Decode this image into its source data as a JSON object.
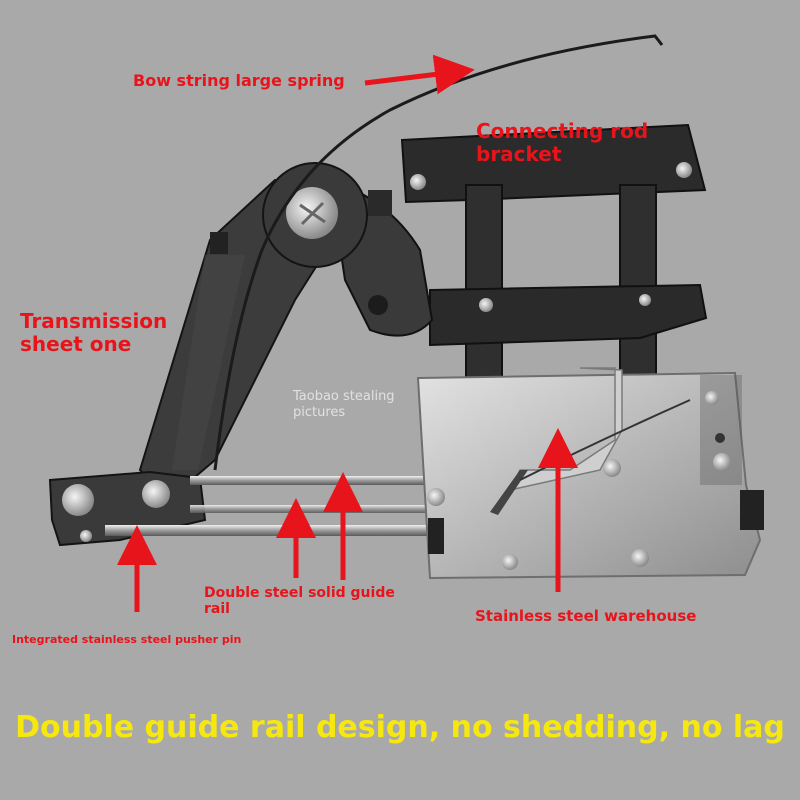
{
  "background_color": "#a9a9a9",
  "label_color": "#e8141b",
  "headline_color": "#f6e80f",
  "labels": {
    "bow_string_spring": "Bow string large spring",
    "connecting_rod_bracket_line1": "Connecting rod",
    "connecting_rod_bracket_line2": "bracket",
    "transmission_sheet_line1": "Transmission",
    "transmission_sheet_line2": "sheet one",
    "guide_rail_line1": "Double steel solid guide",
    "guide_rail_line2": "rail",
    "stainless_warehouse": "Stainless steel warehouse",
    "pusher_pin": "Integrated stainless steel pusher pin"
  },
  "watermark": {
    "line1": "Taobao stealing",
    "line2": "pictures"
  },
  "headline": "Double guide rail design, no shedding, no lag"
}
